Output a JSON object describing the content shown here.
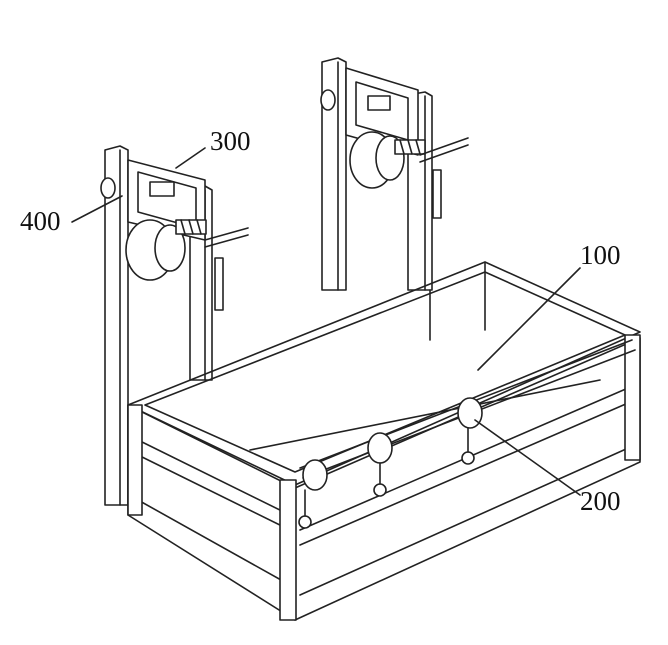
{
  "labels": {
    "frame": "100",
    "rod_assembly": "200",
    "winch_bracket": "300",
    "pulley": "400"
  },
  "colors": {
    "line": "#222222",
    "background": "#ffffff"
  }
}
